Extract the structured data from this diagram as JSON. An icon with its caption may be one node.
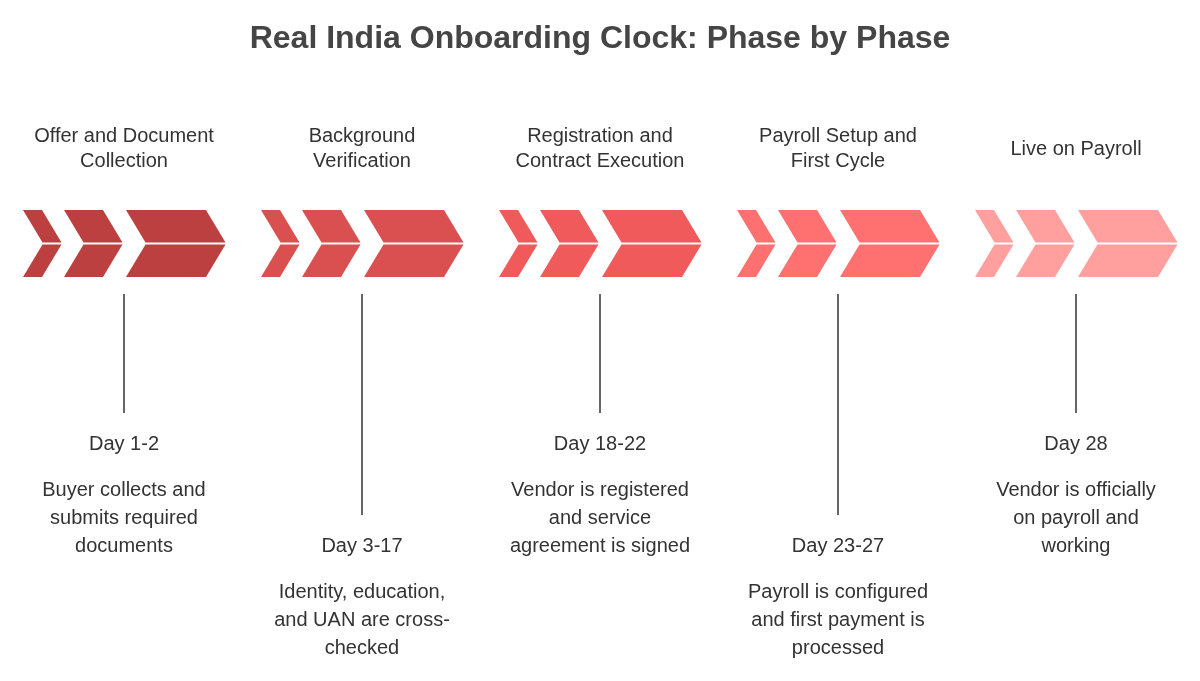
{
  "diagram": {
    "title": "Real India Onboarding Clock: Phase by Phase",
    "nodes": [
      {
        "text": [
          "Offer and Document Collection"
        ]
      },
      {
        "text": [
          "Day 1-2",
          "Buyer collects and submits required documents"
        ]
      },
      {
        "text": [
          "Background Verification"
        ]
      },
      {
        "text": [
          "Day 3-17",
          "Identity, education, and UAN are cross-checked"
        ]
      },
      {
        "text": [
          "Registration and Contract Execution"
        ]
      },
      {
        "text": [
          "Day 18-22",
          "Vendor is registered and service agreement is signed"
        ]
      },
      {
        "text": [
          "Payroll Setup and First Cycle"
        ]
      },
      {
        "text": [
          "Day 23-27",
          "Payroll is configured and first payment is processed"
        ]
      },
      {
        "text": [
          "Live on Payroll"
        ]
      },
      {
        "text": [
          "Day 28",
          "Vendor is officially on payroll and working"
        ]
      }
    ],
    "edges": [
      {
        "from": 0,
        "to": 1,
        "arrow": "none"
      },
      {
        "from": 2,
        "to": 3,
        "arrow": "none"
      },
      {
        "from": 4,
        "to": 5,
        "arrow": "none"
      },
      {
        "from": 6,
        "to": 7,
        "arrow": "none"
      },
      {
        "from": 8,
        "to": 9,
        "arrow": "none"
      }
    ]
  }
}
